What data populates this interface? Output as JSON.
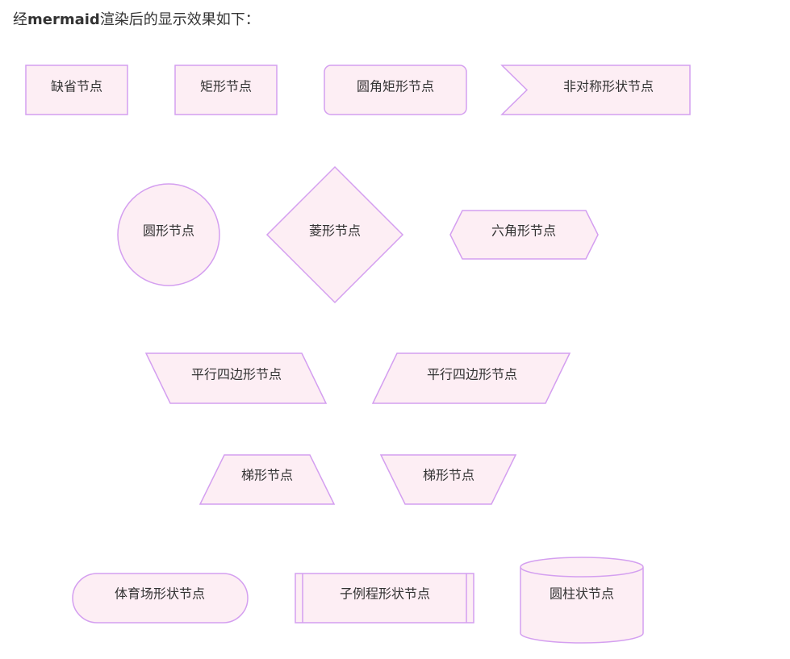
{
  "intro": {
    "prefix": "经",
    "bold": "mermaid",
    "suffix": "渲染后的显示效果如下："
  },
  "colors": {
    "fill": "#fdeef4",
    "stroke": "#d49ff0",
    "text": "#333333"
  },
  "nodes": {
    "default": "缺省节点",
    "rect": "矩形节点",
    "round_rect": "圆角矩形节点",
    "asymmetric": "非对称形状节点",
    "circle": "圆形节点",
    "rhombus": "菱形节点",
    "hexagon": "六角形节点",
    "parallelogram": "平行四边形节点",
    "parallelogram_alt": "平行四边形节点",
    "trapezoid": "梯形节点",
    "trapezoid_alt": "梯形节点",
    "stadium": "体育场形状节点",
    "subroutine": "子例程形状节点",
    "cylinder": "圆柱状节点"
  }
}
